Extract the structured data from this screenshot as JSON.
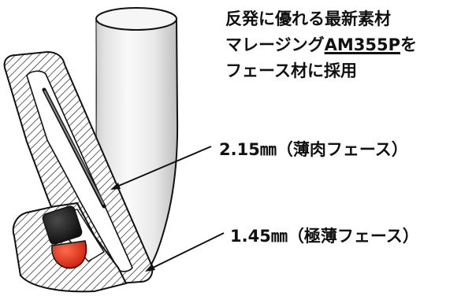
{
  "headline": {
    "line1": "反発に優れる最新素材",
    "line2_prefix": "マレージング",
    "line2_model": "AM355P",
    "line2_suffix": "を",
    "line3": "フェース材に採用"
  },
  "callouts": [
    {
      "thickness": "2.15㎜",
      "label": "（薄肉フェース）"
    },
    {
      "thickness": "1.45㎜",
      "label": "（極薄フェース）"
    }
  ],
  "colors": {
    "text": "#111111",
    "hatch": "#222222",
    "shaft_light": "#f4f4f4",
    "shaft_dark": "#b8b8b8",
    "insert_black": "#151515",
    "insert_red": "#e2321d"
  }
}
